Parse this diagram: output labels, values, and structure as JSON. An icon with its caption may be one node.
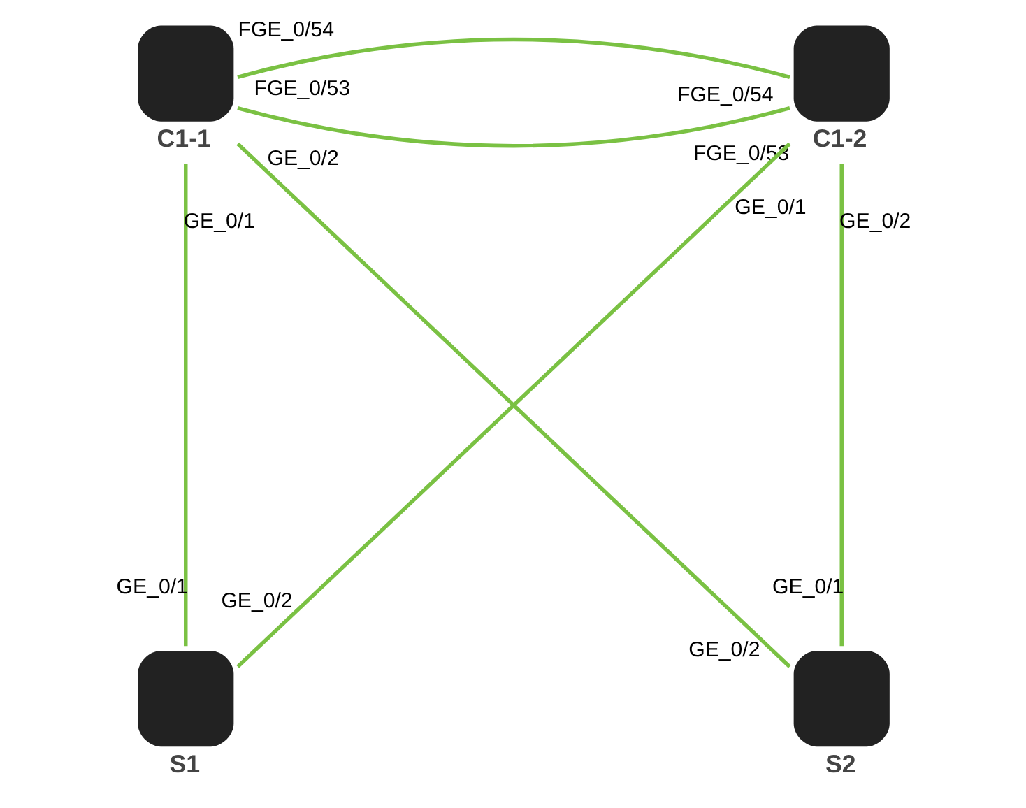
{
  "diagram": {
    "nodes": [
      {
        "text": [
          "C1-1"
        ],
        "beside": [
          "FGE_0/53",
          "FGE_0/54",
          "GE_0/1",
          "GE_0/2"
        ]
      },
      {
        "text": [
          "C1-2"
        ],
        "beside": [
          "FGE_0/53",
          "FGE_0/54",
          "GE_0/1",
          "GE_0/2"
        ]
      },
      {
        "text": [
          "S1"
        ],
        "beside": [
          "GE_0/1",
          "GE_0/2"
        ]
      },
      {
        "text": [
          "S2"
        ],
        "beside": [
          "GE_0/2",
          "GE_0/1"
        ]
      }
    ],
    "edges": [
      {
        "from": 0,
        "to": 1,
        "arrow": "none"
      },
      {
        "from": 0,
        "to": 1,
        "arrow": "none"
      },
      {
        "from": 0,
        "to": 2,
        "arrow": "none"
      },
      {
        "from": 0,
        "to": 3,
        "arrow": "none"
      },
      {
        "from": 1,
        "to": 2,
        "arrow": "none"
      },
      {
        "from": 1,
        "to": 3,
        "arrow": "none"
      }
    ]
  }
}
